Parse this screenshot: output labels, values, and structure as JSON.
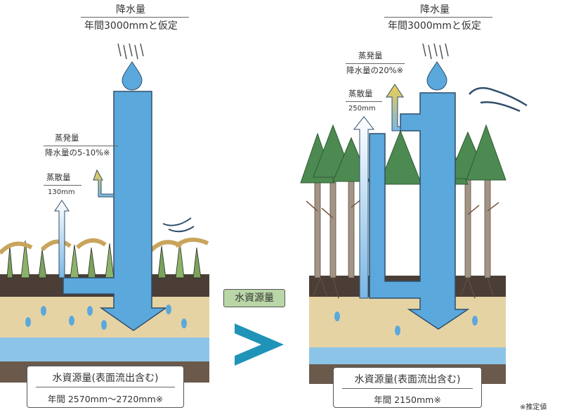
{
  "left": {
    "precip_title": "降水量",
    "precip_sub": "年間3000mmと仮定",
    "evaporation_title": "蒸発量",
    "evaporation_value": "降水量の5-10%※",
    "transpiration_title": "蒸散量",
    "transpiration_value": "130mm",
    "resource_title": "水資源量(表面流出含む)",
    "resource_value": "年間 2570mm〜2720mm※"
  },
  "right": {
    "precip_title": "降水量",
    "precip_sub": "年間3000mmと仮定",
    "evaporation_title": "蒸発量",
    "evaporation_value": "降水量の20%※",
    "transpiration_title": "蒸散量",
    "transpiration_value": "250mm",
    "resource_title": "水資源量(表面流出含む)",
    "resource_value": "年間 2150mm※"
  },
  "comparison": {
    "label": "水資源量",
    "symbol": ">"
  },
  "footnote": "※推定値",
  "colors": {
    "water": "#5ba8dc",
    "water_light": "#a9d3ef",
    "soil_dark": "#4a3e36",
    "soil_tan": "#e6d3a4",
    "groundwater": "#8cc4e8",
    "grass_gold": "#c9a45c",
    "forest_green": "#4d8a52",
    "trunk_brown": "#7a5a43",
    "evaporation_arrow": "#e7c34a",
    "comparison_fill": "#b9d6a6",
    "comparison_symbol": "#1f93b8"
  }
}
